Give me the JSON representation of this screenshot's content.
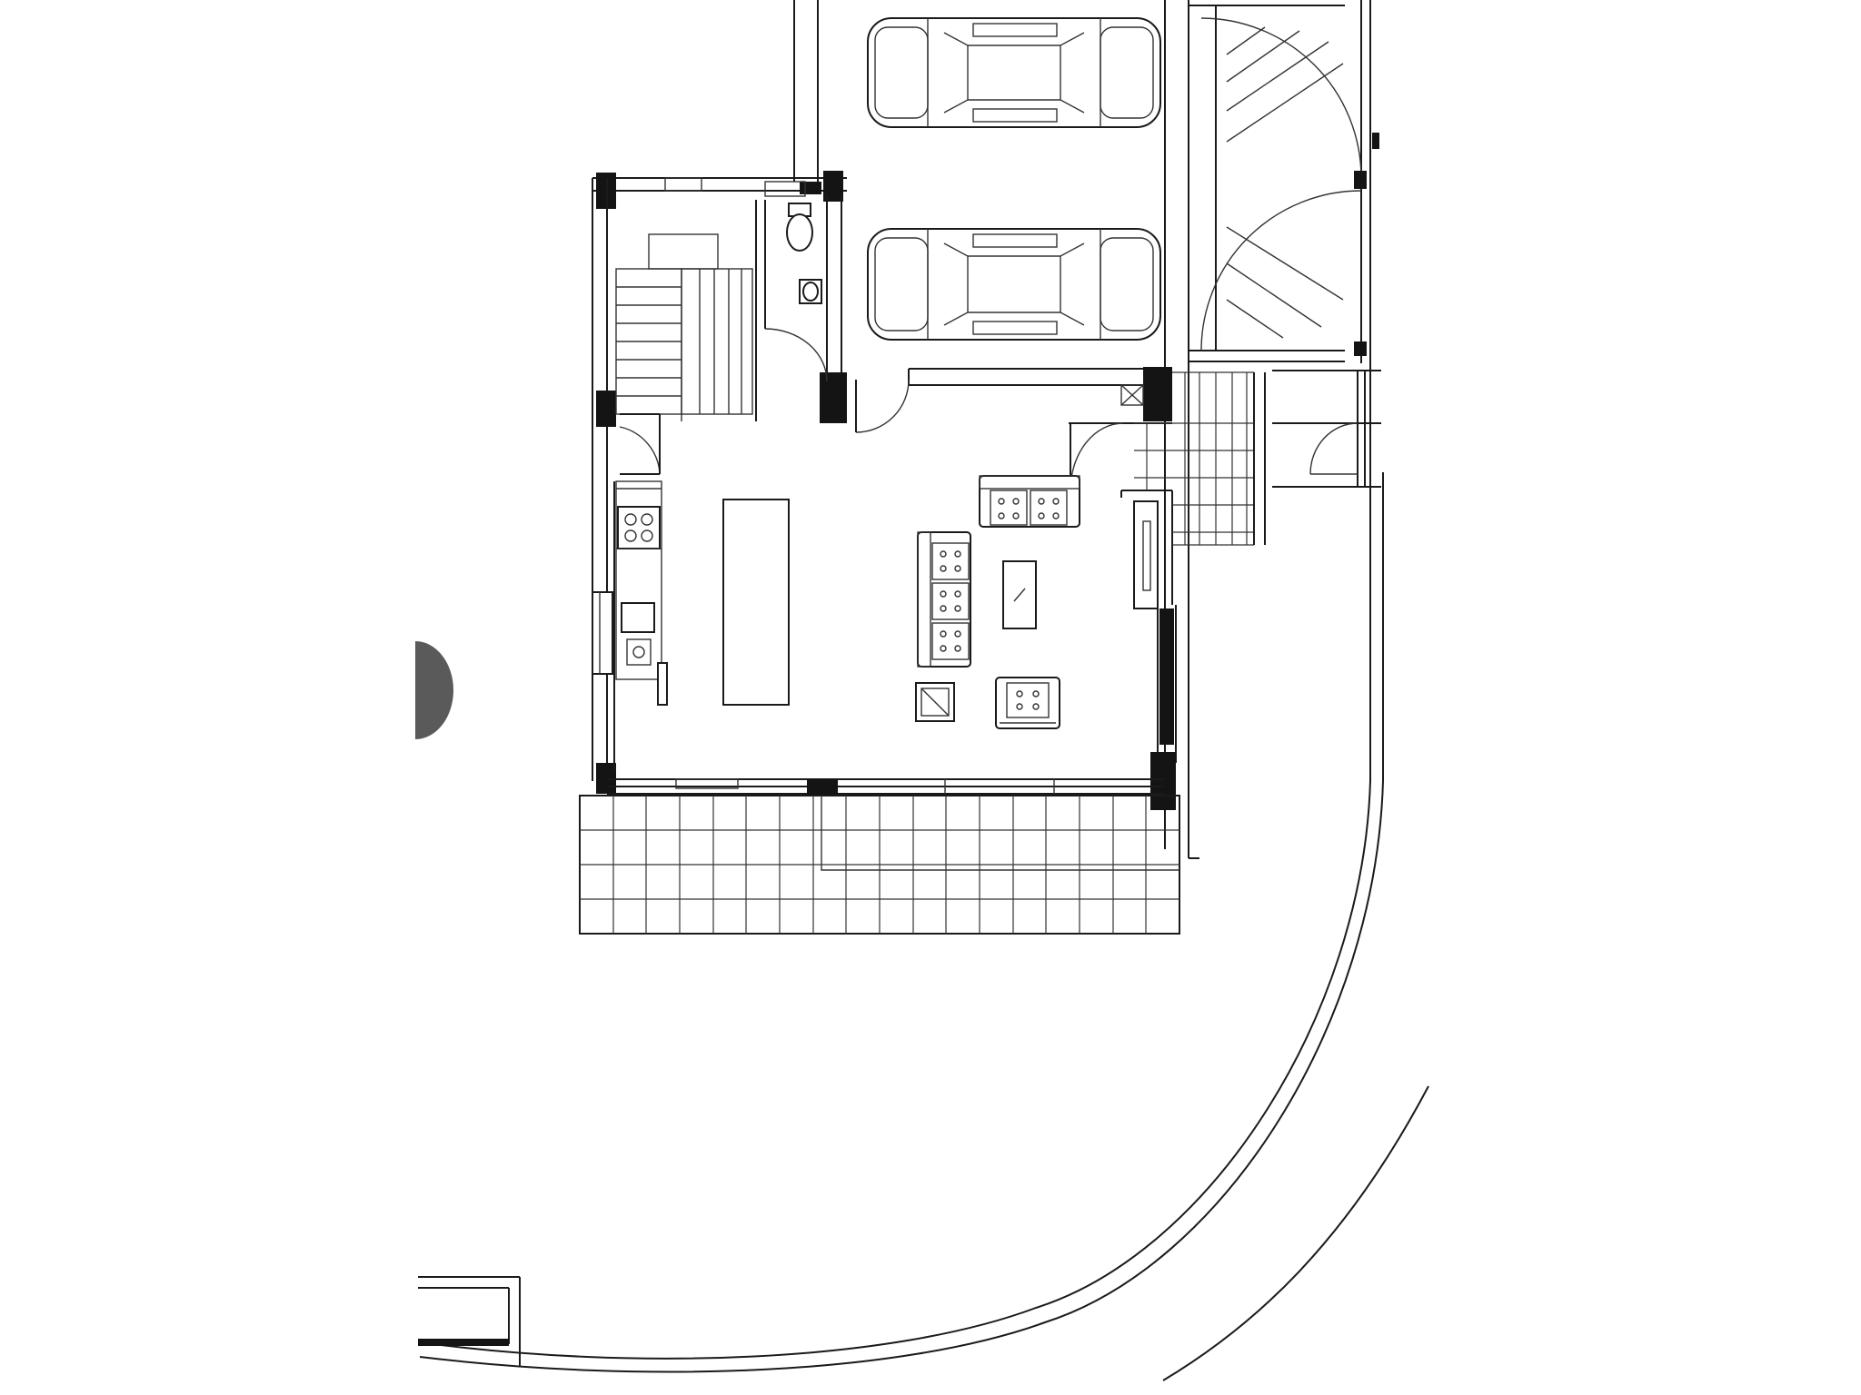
{
  "drawing": {
    "kind": "architectural-floor-plan",
    "colors": {
      "line": "#1a1a1a",
      "wall_fill": "#141414",
      "marker_fill": "#5a5a5a",
      "background": "#ffffff"
    },
    "counts": {
      "parked_cars": 2,
      "terrace_tile_rows": 4,
      "terrace_tile_columns": 18
    },
    "icons": [
      "car-icon",
      "toilet-icon",
      "washbasin-icon",
      "hob-icon",
      "sink-icon",
      "sofa-icon",
      "armchair-icon",
      "door-swing-icon",
      "stair-icon"
    ]
  }
}
